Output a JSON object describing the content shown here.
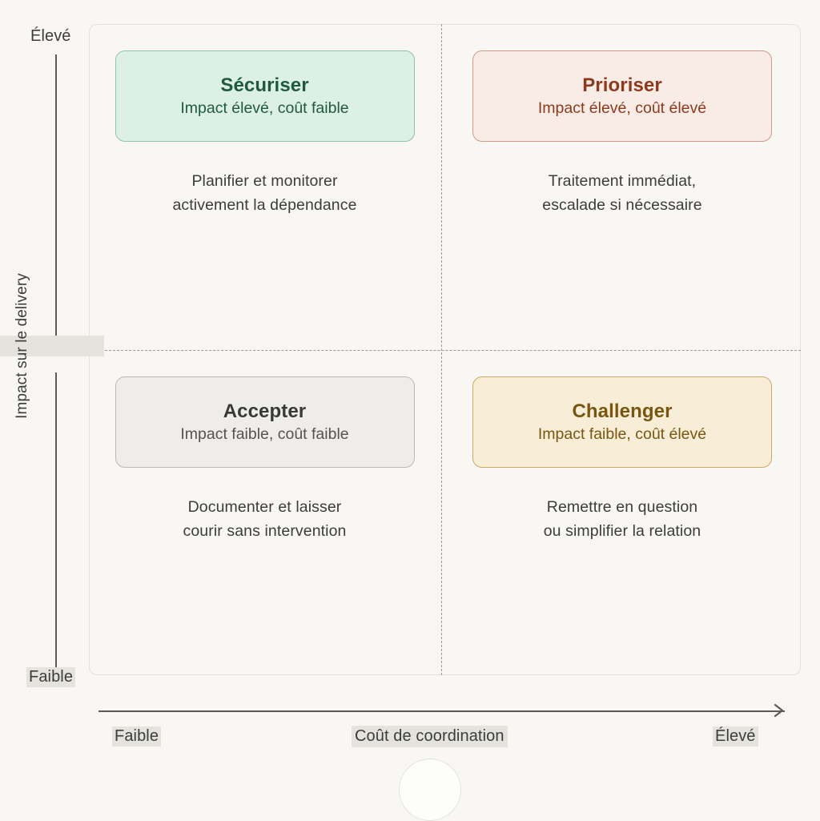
{
  "chart_data": {
    "type": "table",
    "title": "",
    "xlabel": "Coût de coordination",
    "ylabel": "Impact sur le delivery",
    "x_ticks": [
      "Faible",
      "Élevé"
    ],
    "y_ticks": [
      "Élevé",
      "Faible"
    ],
    "grid": "dashed-crosshair",
    "legend": "none",
    "categories": [
      "Impact élevé, coût faible",
      "Impact élevé, coût élevé",
      "Impact faible, coût faible",
      "Impact faible, coût élevé"
    ],
    "values": [
      "Sécuriser",
      "Prioriser",
      "Accepter",
      "Challenger"
    ]
  },
  "axes": {
    "y": {
      "label": "Impact sur le delivery",
      "high_label": "Élevé",
      "low_label": "Faible"
    },
    "x": {
      "label": "Coût de coordination",
      "low_label": "Faible",
      "high_label": "Élevé",
      "arrow_icon": "arrow-right-icon"
    }
  },
  "quadrants": [
    {
      "id": "securiser",
      "position": "top-left",
      "title": "Sécuriser",
      "subtitle": "Impact élevé, coût faible",
      "description_line1": "Planifier et monitorer",
      "description_line2": "activement la dépendance",
      "accent_color": "#1f5a3f",
      "fill_color": "#ddf0e6",
      "border_color": "#8fc3ab"
    },
    {
      "id": "prioriser",
      "position": "top-right",
      "title": "Prioriser",
      "subtitle": "Impact élevé, coût élevé",
      "description_line1": "Traitement immédiat,",
      "description_line2": "escalade si nécessaire",
      "accent_color": "#8c3a1c",
      "fill_color": "#f9ebe6",
      "border_color": "#cc9a86"
    },
    {
      "id": "accepter",
      "position": "bottom-left",
      "title": "Accepter",
      "subtitle": "Impact faible, coût faible",
      "description_line1": "Documenter et laisser",
      "description_line2": "courir sans intervention",
      "accent_color": "#383838",
      "fill_color": "#efedea",
      "border_color": "#bcbab5"
    },
    {
      "id": "challenger",
      "position": "bottom-right",
      "title": "Challenger",
      "subtitle": "Impact faible, coût élevé",
      "description_line1": "Remettre en question",
      "description_line2": "ou simplifier la relation",
      "accent_color": "#7a5510",
      "fill_color": "#f8eed8",
      "border_color": "#cfa764"
    }
  ],
  "theme": {
    "page_background": "#f8f7f3",
    "plot_border": "#e4e2dd",
    "divider_color": "#9b9a95",
    "axis_color": "#5c5b57",
    "highlight_background": "#e4e3de",
    "body_text": "#3c3c3b"
  }
}
